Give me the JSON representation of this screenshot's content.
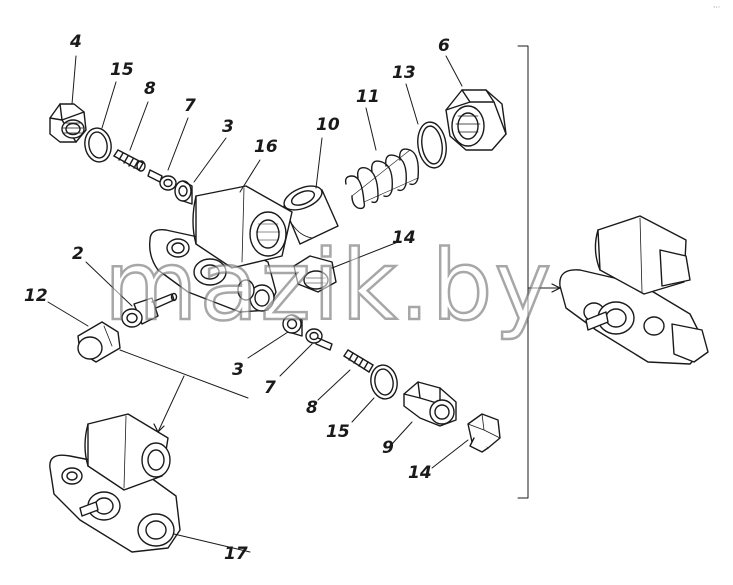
{
  "callouts": {
    "c4": "4",
    "c15a": "15",
    "c8a": "8",
    "c7a": "7",
    "c3a": "3",
    "c16": "16",
    "c10": "10",
    "c11": "11",
    "c13": "13",
    "c6": "6",
    "c14a": "14",
    "c2": "2",
    "c12": "12",
    "c3b": "3",
    "c7b": "7",
    "c8b": "8",
    "c15b": "15",
    "c9": "9",
    "c14b": "14",
    "c17": "17"
  },
  "watermark": "mazik.by",
  "corner_mark": "ᵈʸᵉ"
}
